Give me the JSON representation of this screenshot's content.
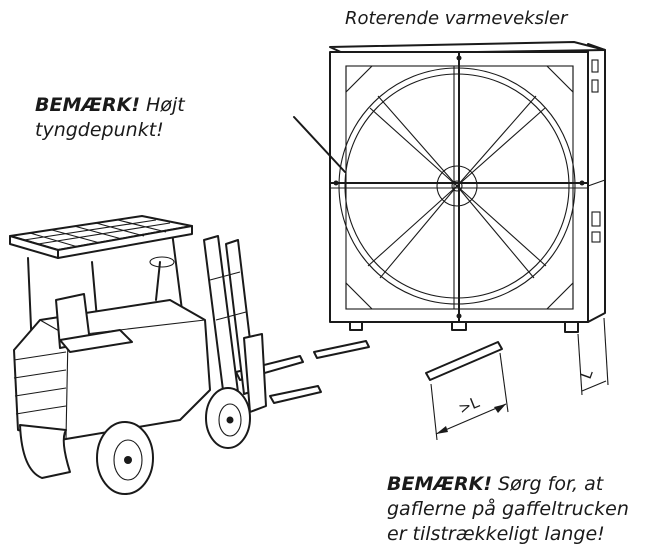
{
  "labels": {
    "heat_exchanger": "Roterende varmeveksler",
    "note_high_cog": {
      "bold": "BEMÆRK!",
      "line1": " Højt",
      "line2": "tyngdepunkt!"
    },
    "note_forks": {
      "bold": "BEMÆRK!",
      "line1": " Sørg for, at",
      "line2": "gaflerne på gaffeltrucken",
      "line3": "er tilstrækkeligt lange!"
    }
  },
  "dimensions": {
    "beam_length": ">L",
    "foot_length": "L"
  },
  "colors": {
    "line": "#1a1a1a",
    "background": "#ffffff"
  }
}
